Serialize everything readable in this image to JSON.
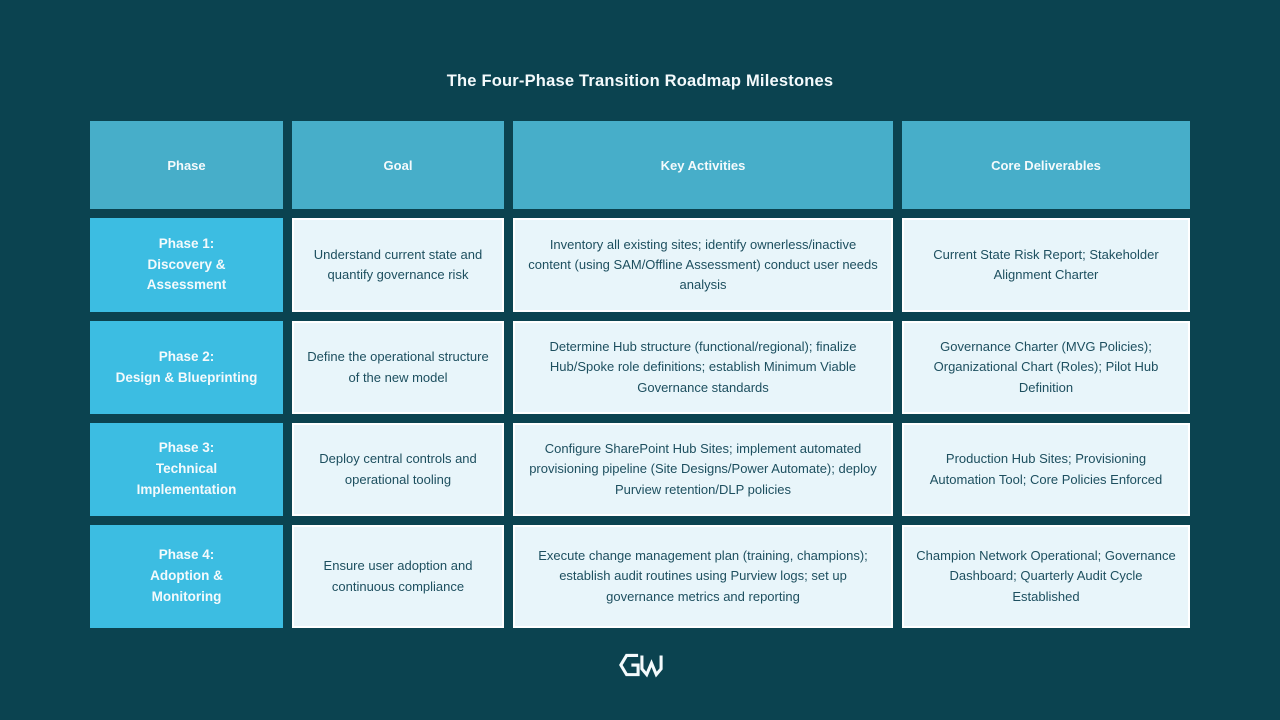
{
  "page": {
    "title": "The Four-Phase Transition Roadmap Milestones"
  },
  "colors": {
    "bg": "#0b4350",
    "header_bg": "#47aec9",
    "phase_bg": "#3cbde2",
    "cell_bg": "#e8f5fa",
    "cell_border": "#ffffff",
    "dark_text": "#1d4f5f",
    "light_text": "#f4fafc"
  },
  "table": {
    "headers": [
      "Phase",
      "Goal",
      "Key Activities",
      "Core Deliverables"
    ],
    "rows": [
      {
        "phase_title": "Phase 1:",
        "phase_name": "Discovery & Assessment",
        "goal": "Understand current state and quantify governance risk",
        "key_activities": "Inventory all existing sites; identify ownerless/inactive content (using SAM/Offline Assessment) conduct user needs analysis",
        "core_deliverables": "Current State Risk Report; Stakeholder Alignment Charter"
      },
      {
        "phase_title": "Phase 2:",
        "phase_name": "Design & Blueprinting",
        "goal": "Define the operational structure of the new model",
        "key_activities": "Determine Hub structure (functional/regional); finalize Hub/Spoke role definitions; establish Minimum Viable Governance standards",
        "core_deliverables": "Governance Charter (MVG Policies); Organizational Chart (Roles); Pilot Hub Definition"
      },
      {
        "phase_title": "Phase 3:",
        "phase_name": "Technical Implementation",
        "goal": "Deploy central controls and operational tooling",
        "key_activities": "Configure SharePoint Hub Sites; implement automated provisioning pipeline (Site Designs/Power Automate); deploy Purview retention/DLP policies",
        "core_deliverables": "Production Hub Sites; Provisioning Automation Tool; Core Policies Enforced"
      },
      {
        "phase_title": "Phase 4:",
        "phase_name": "Adoption & Monitoring",
        "goal": "Ensure user adoption and continuous compliance",
        "key_activities": "Execute change management plan (training, champions); establish audit routines using Purview logs; set up governance metrics and reporting",
        "core_deliverables": "Champion Network Operational; Governance Dashboard; Quarterly Audit Cycle Established"
      }
    ]
  },
  "footer": {
    "logo": "gw-hexagon-logo"
  }
}
